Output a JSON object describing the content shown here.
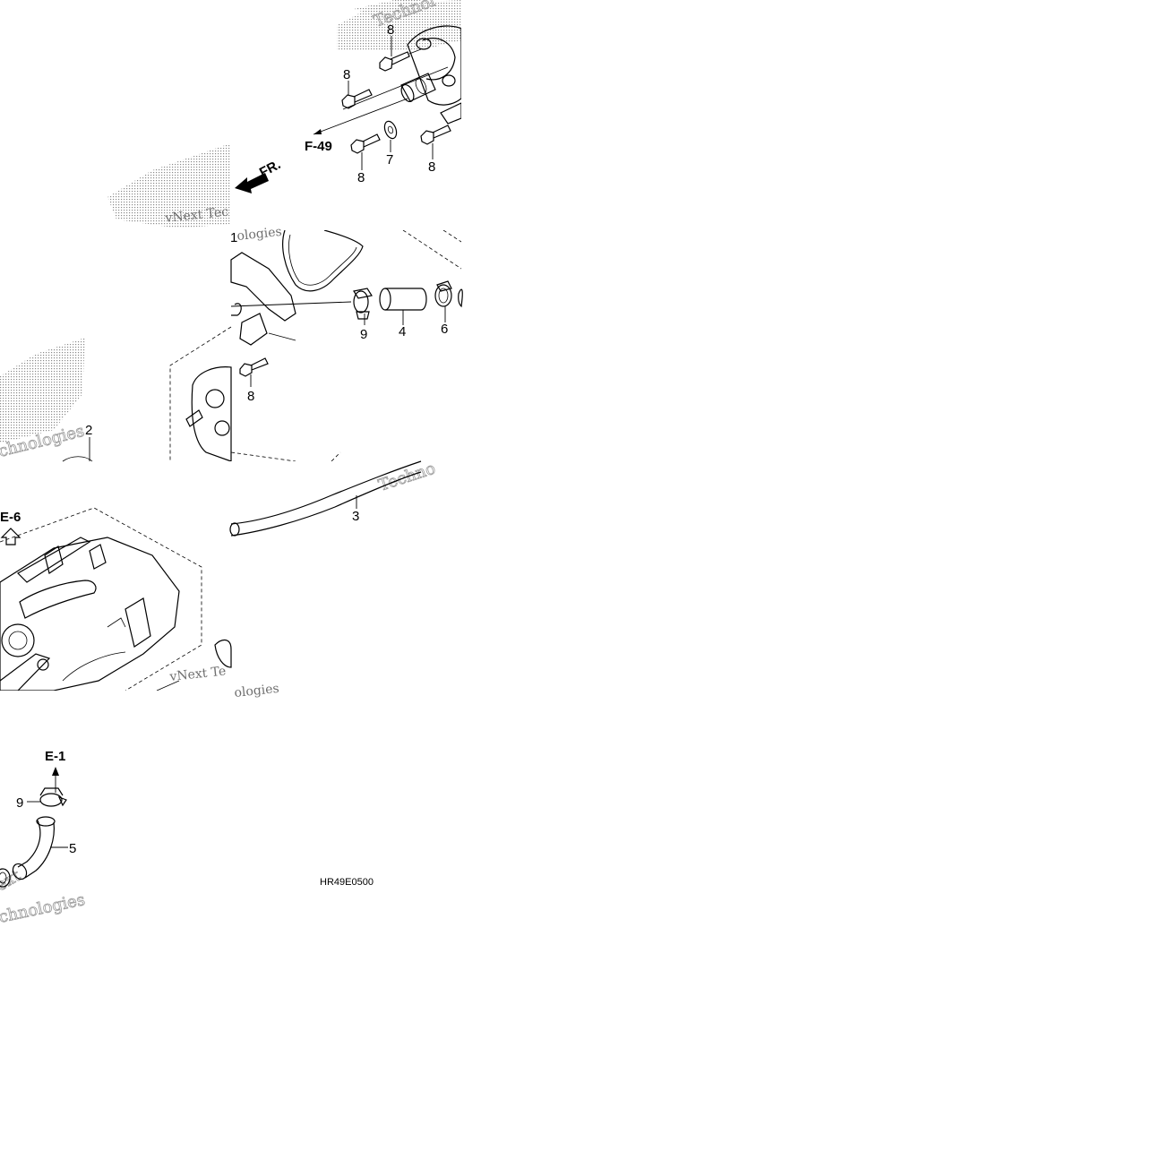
{
  "diagram": {
    "part_code": "HR49E0500",
    "watermark_text": "vNext Technologies",
    "references": {
      "f49": "F-49",
      "e6": "E-6",
      "e1": "E-1",
      "front": "FR."
    },
    "callouts": {
      "p8_a": "8",
      "p8_b": "8",
      "p8_c": "8",
      "p8_d": "8",
      "p8_e": "8",
      "p7": "7",
      "p1": "1",
      "p9_a": "9",
      "p4": "4",
      "p6": "6",
      "p2": "2",
      "p3": "3",
      "p9_b": "9",
      "p5": "5"
    }
  }
}
